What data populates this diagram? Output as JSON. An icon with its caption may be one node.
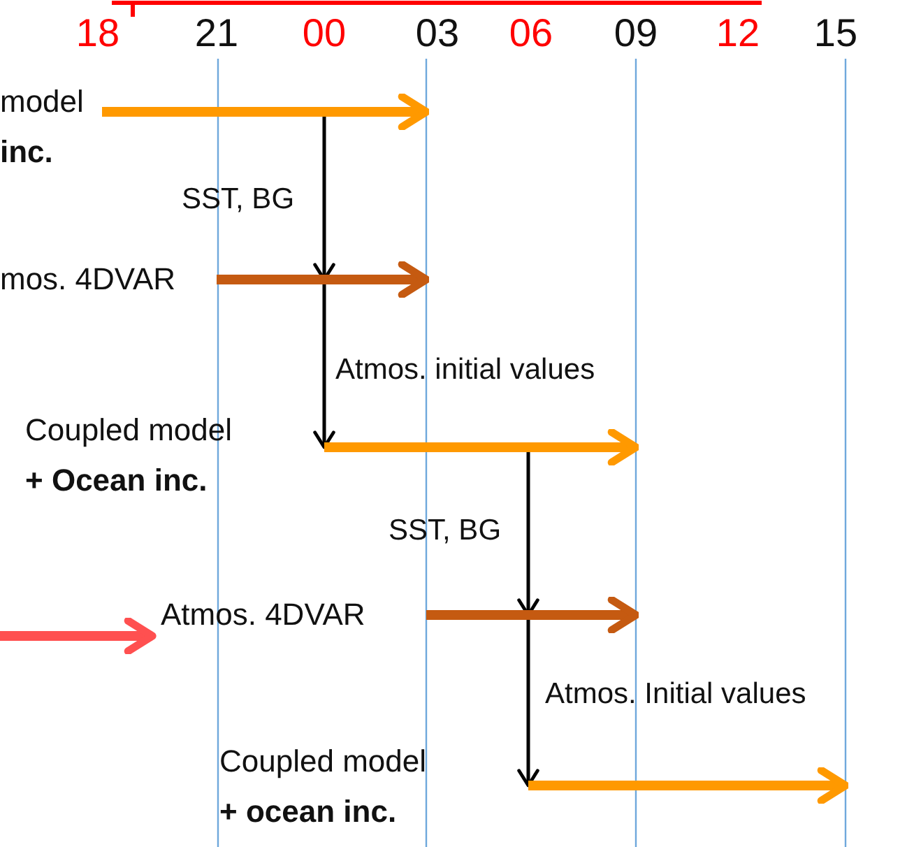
{
  "diagram": {
    "nodes": [
      {
        "text": [
          "model",
          "inc."
        ]
      },
      {
        "text": [
          "mos. 4DVAR"
        ]
      },
      {
        "text": [
          "Coupled model",
          "+ Ocean inc."
        ]
      },
      {
        "text": [
          "Atmos. 4DVAR"
        ]
      },
      {
        "text": [
          "Coupled model",
          "+ ocean inc."
        ]
      }
    ],
    "edges": [
      {
        "from": 0,
        "to": 1,
        "arrow": "to",
        "label": "SST, BG"
      },
      {
        "from": 1,
        "to": 2,
        "arrow": "to",
        "label": "Atmos. initial values"
      },
      {
        "from": 2,
        "to": 3,
        "arrow": "to",
        "label": "SST, BG"
      },
      {
        "from": null,
        "to": 3,
        "arrow": "to",
        "style": "thick",
        "color": "#ff5050"
      },
      {
        "from": 3,
        "to": 4,
        "arrow": "to",
        "label": "Atmos. Initial values"
      }
    ],
    "labels": [
      "18",
      "21",
      "00",
      "03",
      "06",
      "09",
      "12",
      "15"
    ]
  }
}
